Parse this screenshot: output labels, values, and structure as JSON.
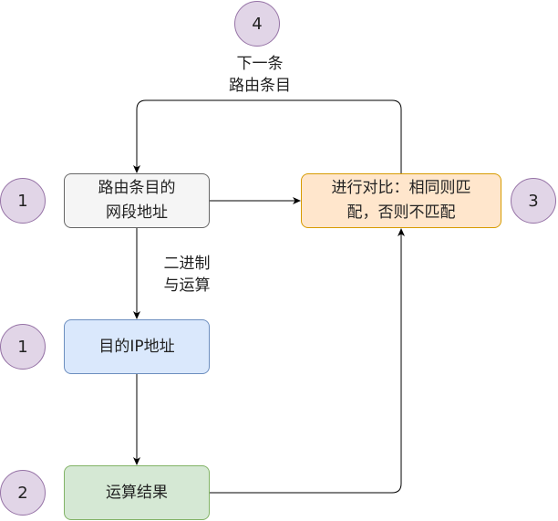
{
  "nodes": {
    "route_entry": "路由条目的\n网段地址",
    "dest_ip": "目的IP地址",
    "op_result": "运算结果",
    "compare": "进行对比：相同则匹\n配，否则不匹配"
  },
  "markers": {
    "route_entry_step": "1",
    "dest_ip_step": "1",
    "result_step": "2",
    "compare_step": "3",
    "next_step": "4"
  },
  "edge_labels": {
    "next_entry": "下一条\n路由条目",
    "binary_op": "二进制\n与运算"
  },
  "colors": {
    "route_fill": "#f5f5f5",
    "ip_fill": "#dae8fc",
    "result_fill": "#d5e8d4",
    "compare_fill": "#ffe6cc",
    "marker_fill": "#e1d5e7"
  }
}
